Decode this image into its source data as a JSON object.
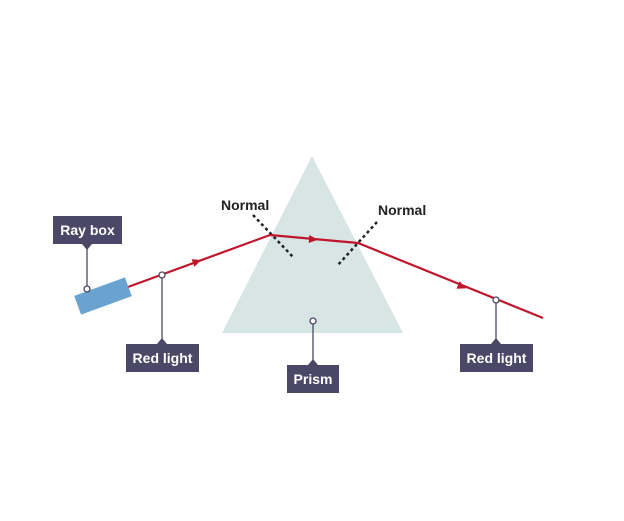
{
  "labels": {
    "ray_box": "Ray box",
    "red_light_left": "Red light",
    "prism": "Prism",
    "red_light_right": "Red light",
    "normal_left": "Normal",
    "normal_right": "Normal"
  },
  "colors": {
    "ray": "#c0162b",
    "prism": "#d8e5e5",
    "ray_box": "#6aa3cf",
    "label_bg": "#4a4767"
  }
}
